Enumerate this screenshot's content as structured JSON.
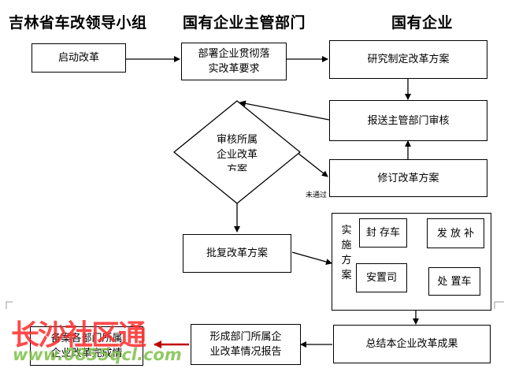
{
  "headers": {
    "leader_group": "吉林省车改领导小组",
    "supervisor_dept": "国有企业主管部门",
    "soe": "国有企业"
  },
  "nodes": {
    "start_reform": "启动改革",
    "deploy_line1": "部署企业贯彻落",
    "deploy_line2": "实改革要求",
    "research_plan": "研究制定改革方案",
    "submit_review": "报送主管部门审核",
    "review_line1": "审核所属",
    "review_line2": "企业改革",
    "review_line3": "方案",
    "revise_plan": "修订改革方案",
    "not_passed": "未通过",
    "approve_plan": "批复改革方案",
    "implement_vertical": [
      "实",
      "施",
      "方",
      "案"
    ],
    "seal_cars": "封 存车",
    "issue_subsidy": "发 放 补",
    "resettle": "安置司",
    "dispose_cars": "处 置车",
    "summarize": "总结本企业改革成果",
    "dept_report_line1": "形成部门所属企",
    "dept_report_line2": "业改革情况报告",
    "archive_line1": "备案各部门所属",
    "archive_line2": "企业改革完成情"
  },
  "watermark": {
    "main": "长沙社区通",
    "url": "www.0855qcl.com"
  },
  "colors": {
    "arrow_dark": "#000000",
    "arrow_red": "#c00000",
    "watermark_red": "#ff2a2a",
    "watermark_green": "#7ec04a"
  }
}
